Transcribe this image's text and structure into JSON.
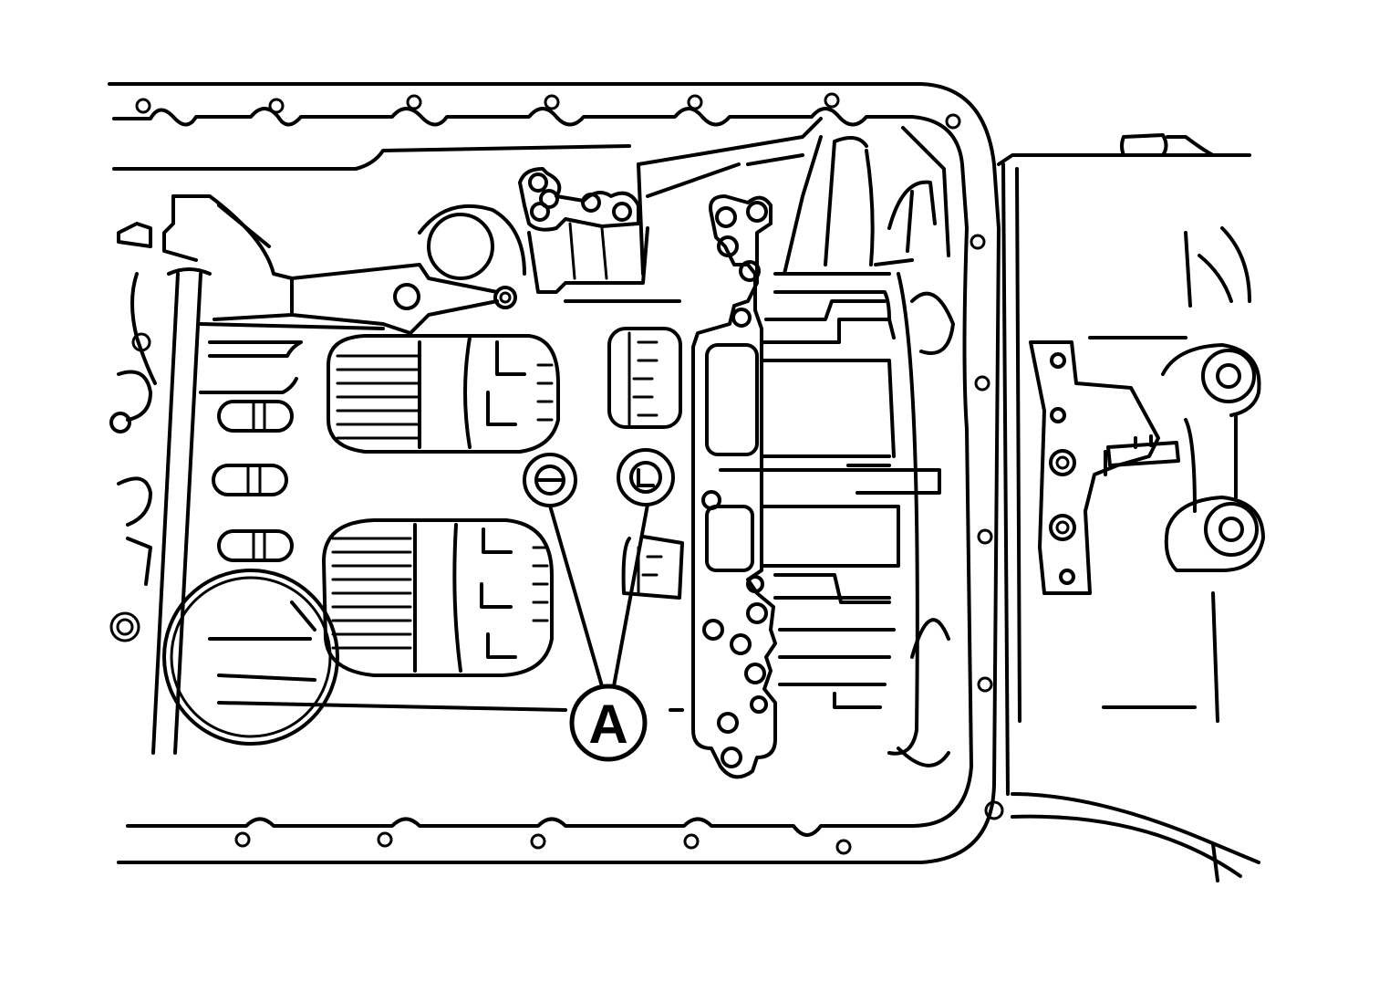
{
  "figure": {
    "callout": {
      "label": "A",
      "targets": [
        "left-drain-plug",
        "right-drain-plug"
      ]
    },
    "colors": {
      "line": "#000000",
      "background": "#ffffff"
    }
  }
}
